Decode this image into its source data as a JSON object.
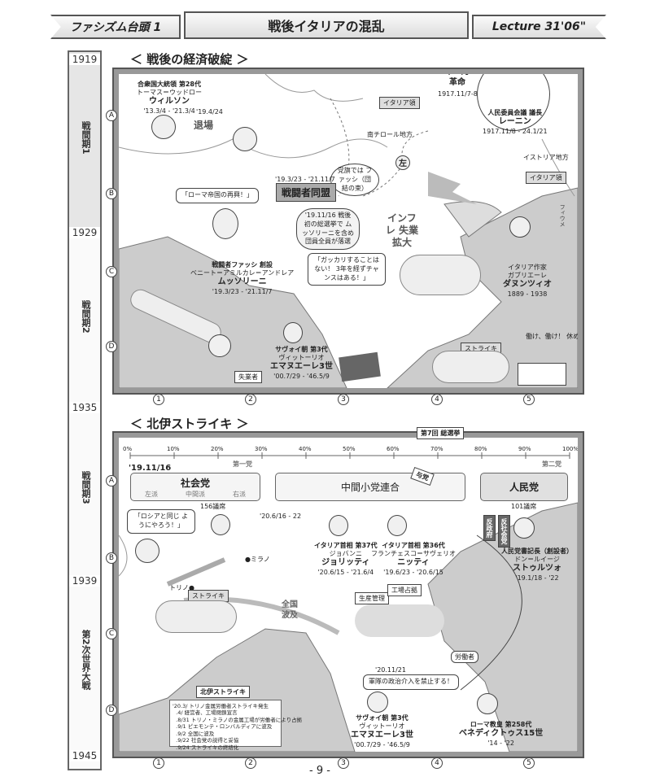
{
  "header": {
    "left": "ファシズム台頭 1",
    "title": "戦後イタリアの混乱",
    "right": "Lecture 31'06\""
  },
  "timeline": {
    "years": [
      "1919",
      "1929",
      "1935",
      "1939",
      "1945"
    ],
    "periods": [
      "戦間期1",
      "戦間期2",
      "戦間期3",
      "第2次世界大戦"
    ]
  },
  "rows": [
    "A",
    "B",
    "C",
    "D"
  ],
  "cols": [
    "1",
    "2",
    "3",
    "4",
    "5"
  ],
  "section1": {
    "title": "＜ 戦後の経済破綻 ＞",
    "wilson": {
      "role": "合衆国大統領 第28代",
      "full": "トーマス＝ウッドロー",
      "name": "ウィルソン",
      "dates": "'13.3/4 - '21.3/4"
    },
    "exit_date": "'19.4/24",
    "exit": "退場",
    "italy_sign": "イタリア領",
    "south_tyrol": "南チロール地方",
    "revolution": "十一月革命",
    "rev_date": "1917.11/7-8",
    "lenin": {
      "role": "人民委員会議 議長",
      "name": "レーニン",
      "dates": "1917.11/8 - 24.1/21"
    },
    "left_label": "左",
    "fasci_bubble": "党旗では ファッシ（団結の束）",
    "fasci_date": "'19.3/23 - '21.11/7",
    "fasci": "戦闘者同盟",
    "rome_quote": "「ローマ帝国の再興！」",
    "mussolini": {
      "role": "戦闘者ファッシ 創設",
      "full": "ベニート＝アミルカレ＝アンドレア",
      "name": "ムッソリーニ",
      "dates": "'19.3/23 - '21.11/7"
    },
    "election_note": "'19.11/16 戦後初の総選挙で ムッソリーニを含め 団員全員が落選",
    "quote2": "「ガッカリすることはない！ 3年を経ずチャンスはある！」",
    "istria": "イストリア地方",
    "inflation": "インフレ 失業拡大",
    "fiume": "フィウメ",
    "dannunzio": {
      "role": "イタリア作家",
      "full": "ガブリエーレ",
      "name": "ダヌンツィオ",
      "dates": "1889 - 1938"
    },
    "emanuele": {
      "role": "サヴォイ朝 第3代",
      "full": "ヴィットーリオ",
      "name": "エマヌエーレ3世",
      "dates": "'00.7/29 - '46.5/9"
    },
    "strike_sign": "ストライキ",
    "unemployed": "失業者",
    "cry": "働け、働け！ 休めばさ働け！"
  },
  "section2": {
    "title": "＜ 北伊ストライキ ＞",
    "election_tag": "第7回 総選挙",
    "scale": [
      "0%",
      "10%",
      "20%",
      "30%",
      "40%",
      "50%",
      "60%",
      "70%",
      "80%",
      "90%",
      "100%"
    ],
    "date": "'19.11/16",
    "socialist": {
      "name": "社会党",
      "left": "左派",
      "center": "中間派",
      "right": "右派",
      "seats": "156議席",
      "rank": "第一党"
    },
    "middle": {
      "name": "中間小党連合",
      "tag": "与党"
    },
    "popular": {
      "name": "人民党",
      "seats": "101議席",
      "rank": "第二党"
    },
    "russia_quote": "「ロシアと同じ ようにやろう！」",
    "turin": "トリノ●",
    "milan": "●ミラノ",
    "strike_sign": "ストライキ",
    "general": "全国 波及",
    "heart_date": "'20.6/16 - 22",
    "giolitti": {
      "role": "イタリア首相 第37代",
      "full": "ジョバンニ",
      "name": "ジョリッティ",
      "dates": "'20.6/15 - '21.6/4"
    },
    "nitti": {
      "role": "イタリア首相 第36代",
      "full": "フランチェスコ＝サヴェリオ",
      "name": "ニッティ",
      "dates": "'19.6/23 - '20.6/15"
    },
    "anti_gov": "反政府",
    "anti_soc": "反社会党",
    "sturzo": {
      "role": "人民党書記長（創設者）",
      "full": "ドン＝ルイージ",
      "name": "ストゥルツォ",
      "dates": "'19.1/18 - '22"
    },
    "factory_sign": "工場占拠",
    "prod_sign": "生産管理",
    "worker": "労働者",
    "strike_box_title": "北伊ストライキ",
    "strike_events": [
      "'20.3/ トリノ金属労働者ストライキ発生",
      "  .4/ 経営者、工場閉鎖宣言",
      "  .8/31 トリノ・ミラノの金属工場が労働者により占拠",
      "  .9/1 ピエモンテ・ロンバルディアに波及",
      "  .9/2 全国に波及",
      "  .9/22 社会党の説得と妥協",
      "  .9/24 ストライキの終結化"
    ],
    "quote3": "軍隊の政治介入を禁止する！",
    "quote3_date": "'20.11/21",
    "emanuele": {
      "role": "サヴォイ朝 第3代",
      "full": "ヴィットーリオ",
      "name": "エマヌエーレ3世",
      "dates": "'00.7/29 - '46.5/9"
    },
    "benedict": {
      "role": "ローマ教皇 第258代",
      "name": "ベネディクトゥス15世",
      "dates": "'14 - '22"
    }
  },
  "page_number": "- 9 -"
}
